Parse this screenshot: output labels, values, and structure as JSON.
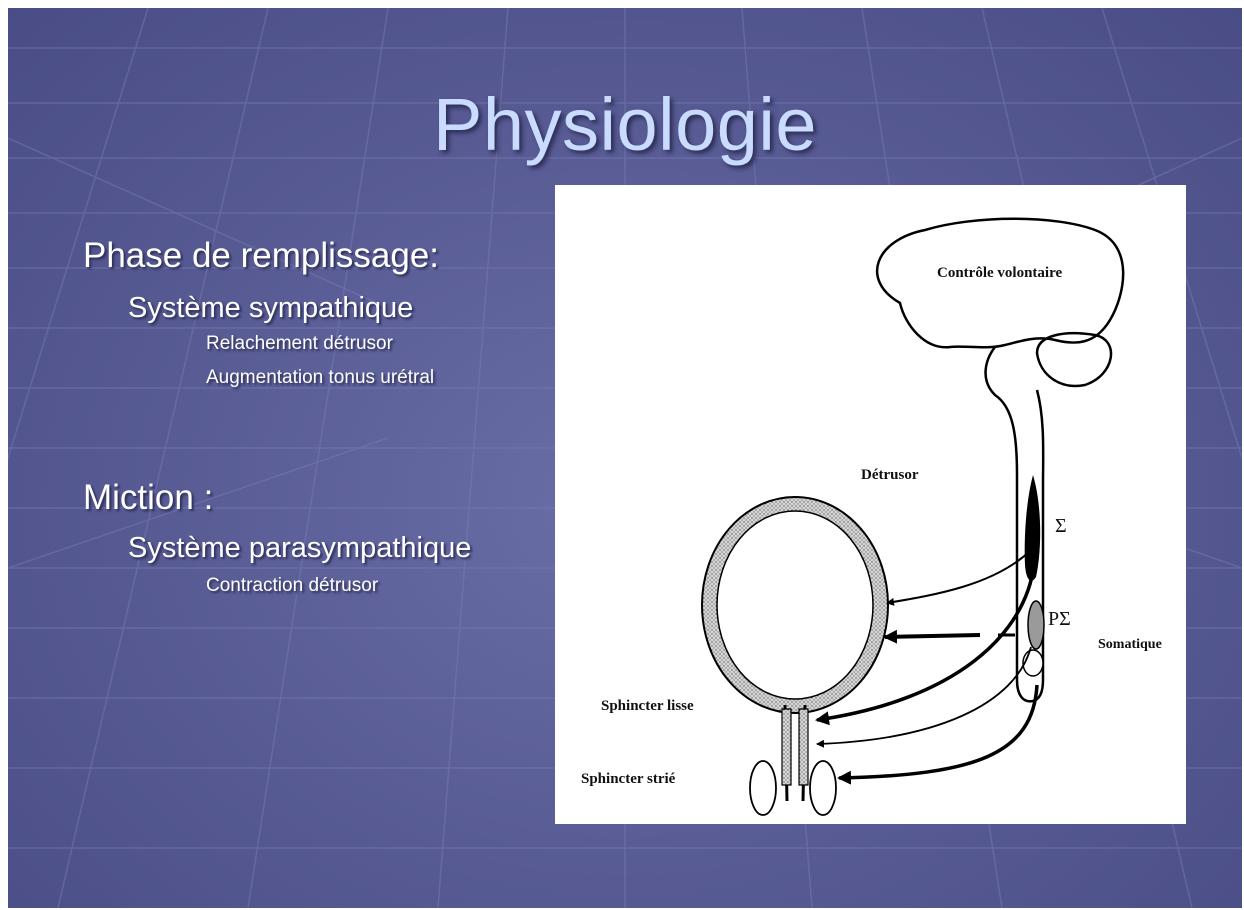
{
  "slide": {
    "title": "Physiologie",
    "filling_phase": {
      "heading": "Phase de remplissage:",
      "system": "Système sympathique",
      "effects": [
        "Relachement détrusor",
        "Augmentation tonus urétral"
      ]
    },
    "miction": {
      "heading": "Miction :",
      "system": "Système parasympathique",
      "effects": [
        "Contraction détrusor"
      ]
    }
  },
  "diagram": {
    "labels": {
      "voluntary_control": "Contrôle volontaire",
      "detrusor": "Détrusor",
      "sigma": "Σ",
      "p_sigma": "PΣ",
      "somatic": "Somatique",
      "smooth_sphincter": "Sphincter lisse",
      "striated_sphincter": "Sphincter strié"
    }
  },
  "colors": {
    "title": "#c9dcff",
    "background": "#575a93",
    "body_text": "#ffffff"
  }
}
